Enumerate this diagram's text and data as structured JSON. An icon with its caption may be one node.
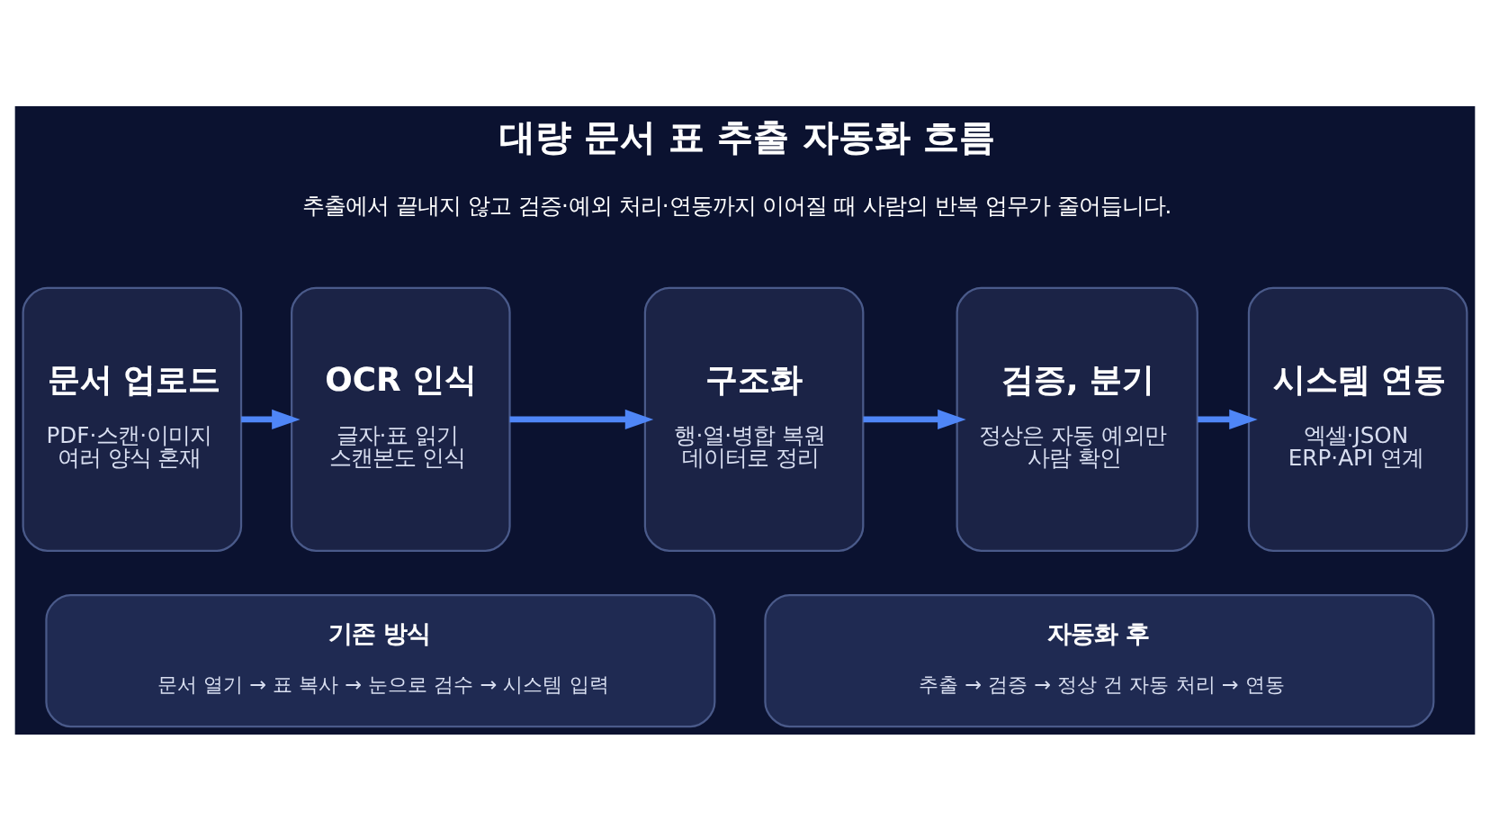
{
  "diagram": {
    "title": "대량 문서 표 추출 자동화 흐름",
    "nodes": [
      {
        "text": [
          "문서 업로드",
          "PDF·스캔·이미지 여러 양식 혼재"
        ]
      },
      {
        "text": [
          "OCR 인식",
          "글자·표 읽기 스캔본도 인식"
        ]
      },
      {
        "text": [
          "구조화",
          "행·열·병합 복원 데이터로 정리"
        ]
      },
      {
        "text": [
          "검증, 분기",
          "정상은 자동 예외만 사람 확인"
        ]
      },
      {
        "text": [
          "시스템 연동",
          "엑셀·JSON ERP·API 연계"
        ]
      },
      {
        "text": [
          "기존 방식",
          "문서 열기 → 표 복사 → 눈으로 검수 → 시스템 입력"
        ]
      },
      {
        "text": [
          "자동화 후",
          "추출 → 검증 → 정상 건 자동 처리 → 연동"
        ]
      }
    ],
    "edges": [
      {
        "from": 0,
        "to": 1,
        "arrow": "to"
      },
      {
        "from": 1,
        "to": 2,
        "arrow": "to"
      },
      {
        "from": 2,
        "to": 3,
        "arrow": "to"
      },
      {
        "from": 3,
        "to": 4,
        "arrow": "to"
      }
    ],
    "labels": [
      "추출에서 끝내지 않고 검증·예외 처리·연동까지 이어질 때 사람의 반복 업무가 줄어듭니다."
    ]
  }
}
